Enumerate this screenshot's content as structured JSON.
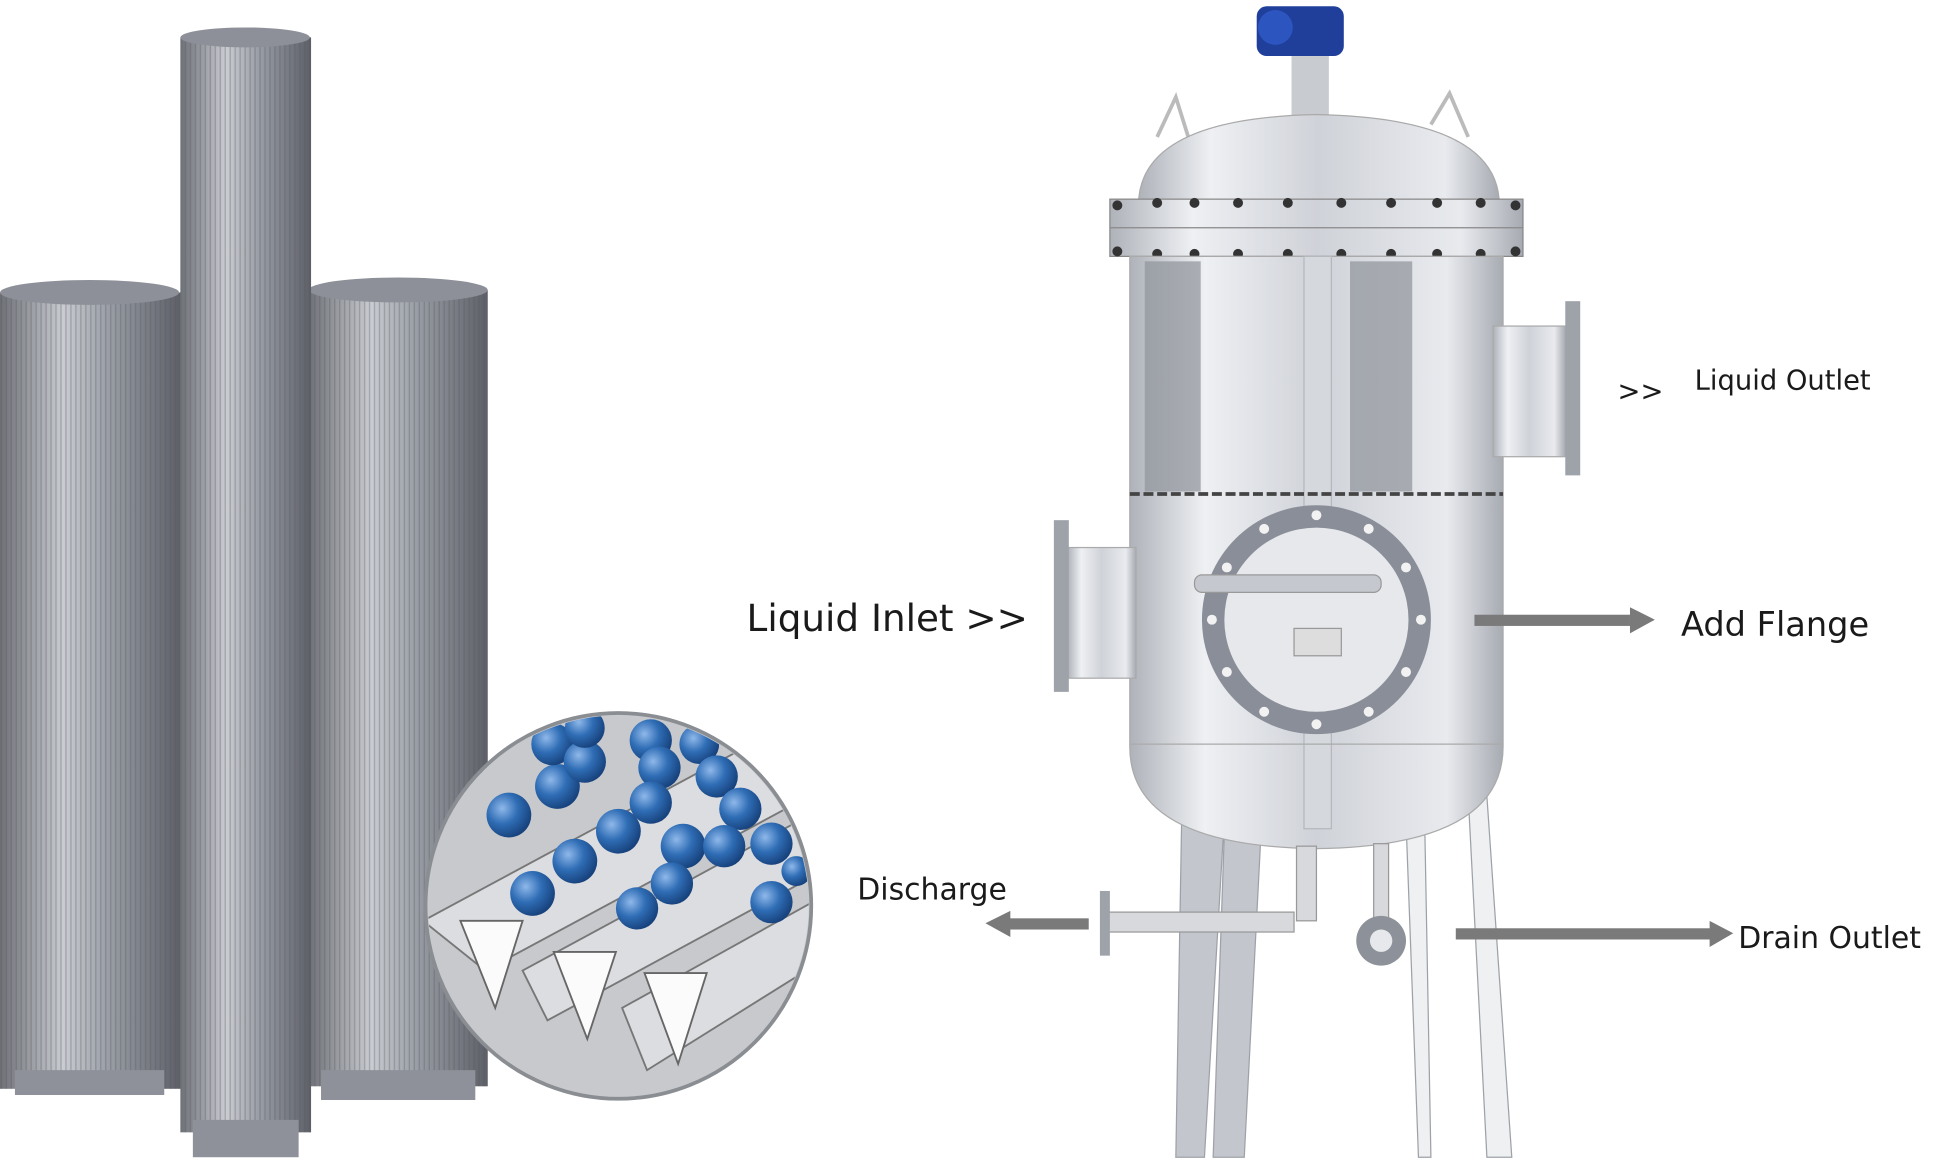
{
  "labels": {
    "liquid_inlet": "Liquid Inlet >>",
    "liquid_outlet_arrows": ">>",
    "liquid_outlet": "Liquid Outlet",
    "add_flange": "Add Flange",
    "discharge": "Discharge",
    "drain_outlet": "Drain Outlet"
  },
  "colors": {
    "metal": "#b9bcc2",
    "arrow": "#7a7a7a",
    "ball": "#2f6db5",
    "motor": "#1f3f9a"
  }
}
